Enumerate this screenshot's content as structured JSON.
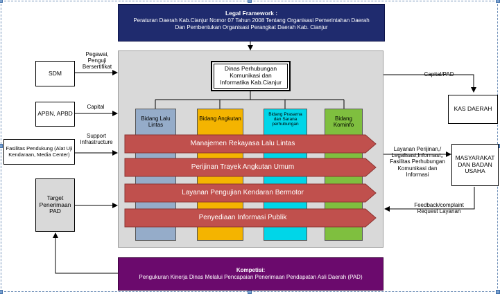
{
  "legal_framework": {
    "title": "Legal Framework :",
    "line1": "Peraturan Daerah Kab.Cianjur Nomor 07 Tahun 2008 Tentang Organisasi Pemerintahan Daerah",
    "line2": "Dan Pembentukan Organisasi Perangkat Daerah  Kab. Cianjur"
  },
  "kompetisi": {
    "title": "Kompetisi:",
    "text": "Pengukuran Kinerja Dinas Melalui Pencapaian Penerimaan Pendapatan Asli Daerah (PAD)"
  },
  "dinas": "Dinas Perhubungan Komunikasi dan Informatika Kab.Cianjur",
  "bidang": [
    {
      "label": "Bidang Lalu Lintas",
      "color": "#95acc9"
    },
    {
      "label": "Bidang Angkutan",
      "color": "#f4b400"
    },
    {
      "label": "Bidang Prasarna dan Sarana perhubungan",
      "color": "#00d6e8"
    },
    {
      "label": "Bidang Kominfo",
      "color": "#7fbf3f"
    }
  ],
  "banners": [
    "Manajemen Rekayasa Lalu Lintas",
    "Perijinan Trayek Angkutan Umum",
    "Layanan Pengujian Kendaran Bermotor",
    "Penyediaan Informasi Publik"
  ],
  "banner_color": "#c0504d",
  "inputs": {
    "sdm": "SDM",
    "sdm_label": "Pegawai, Penguji Bersertifikat",
    "apbn": "APBN, APBD",
    "apbn_label": "Capital",
    "fasilitas": "Fasilitas Pendukung (Alat Uji Kendaraan, Media Center)",
    "fasilitas_label": "Support Infrastructure",
    "target": "Target Penerimaan PAD"
  },
  "outputs": {
    "capital_pad": "Capital/PAD",
    "kas_daerah": "KAS DAERAH",
    "masyarakat": "MASYARAKAT DAN BADAN USAHA",
    "layanan_label": "Layanan Perijinan,/ Legalisasi,Informasi,, Fasilitas Perhubungan Komunikasi dan Informasi",
    "feedback_label": "Feedback/complaint Request Layanan"
  }
}
